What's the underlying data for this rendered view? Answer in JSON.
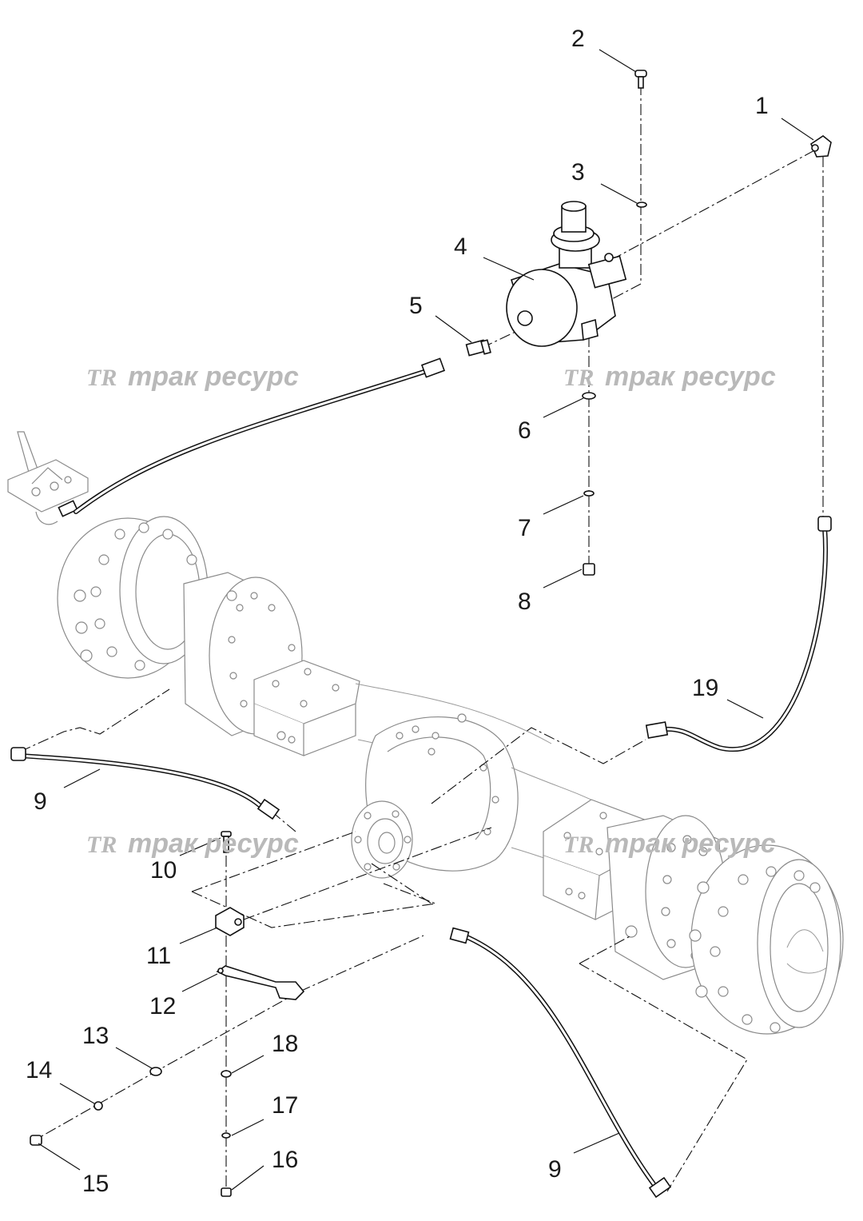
{
  "diagram": {
    "watermark_text": "трак ресурс",
    "watermark_logo": "TR",
    "callouts": [
      "1",
      "2",
      "3",
      "4",
      "5",
      "6",
      "7",
      "8",
      "9",
      "10",
      "11",
      "12",
      "13",
      "14",
      "15",
      "16",
      "17",
      "18",
      "19"
    ],
    "callout_9_second": "9"
  }
}
